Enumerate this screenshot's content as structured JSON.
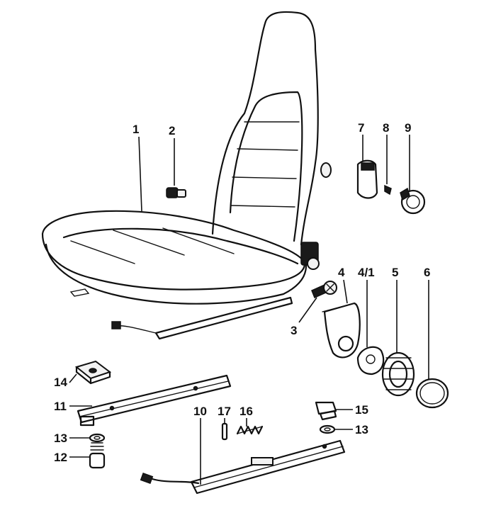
{
  "callouts": [
    {
      "id": "c1",
      "label": "1"
    },
    {
      "id": "c2",
      "label": "2"
    },
    {
      "id": "c3",
      "label": "3"
    },
    {
      "id": "c4",
      "label": "4"
    },
    {
      "id": "c41",
      "label": "4/1"
    },
    {
      "id": "c5",
      "label": "5"
    },
    {
      "id": "c6",
      "label": "6"
    },
    {
      "id": "c7",
      "label": "7"
    },
    {
      "id": "c8",
      "label": "8"
    },
    {
      "id": "c9",
      "label": "9"
    },
    {
      "id": "c10",
      "label": "10"
    },
    {
      "id": "c11",
      "label": "11"
    },
    {
      "id": "c12",
      "label": "12"
    },
    {
      "id": "c13a",
      "label": "13"
    },
    {
      "id": "c13b",
      "label": "13"
    },
    {
      "id": "c14",
      "label": "14"
    },
    {
      "id": "c15",
      "label": "15"
    },
    {
      "id": "c16",
      "label": "16"
    },
    {
      "id": "c17",
      "label": "17"
    }
  ]
}
